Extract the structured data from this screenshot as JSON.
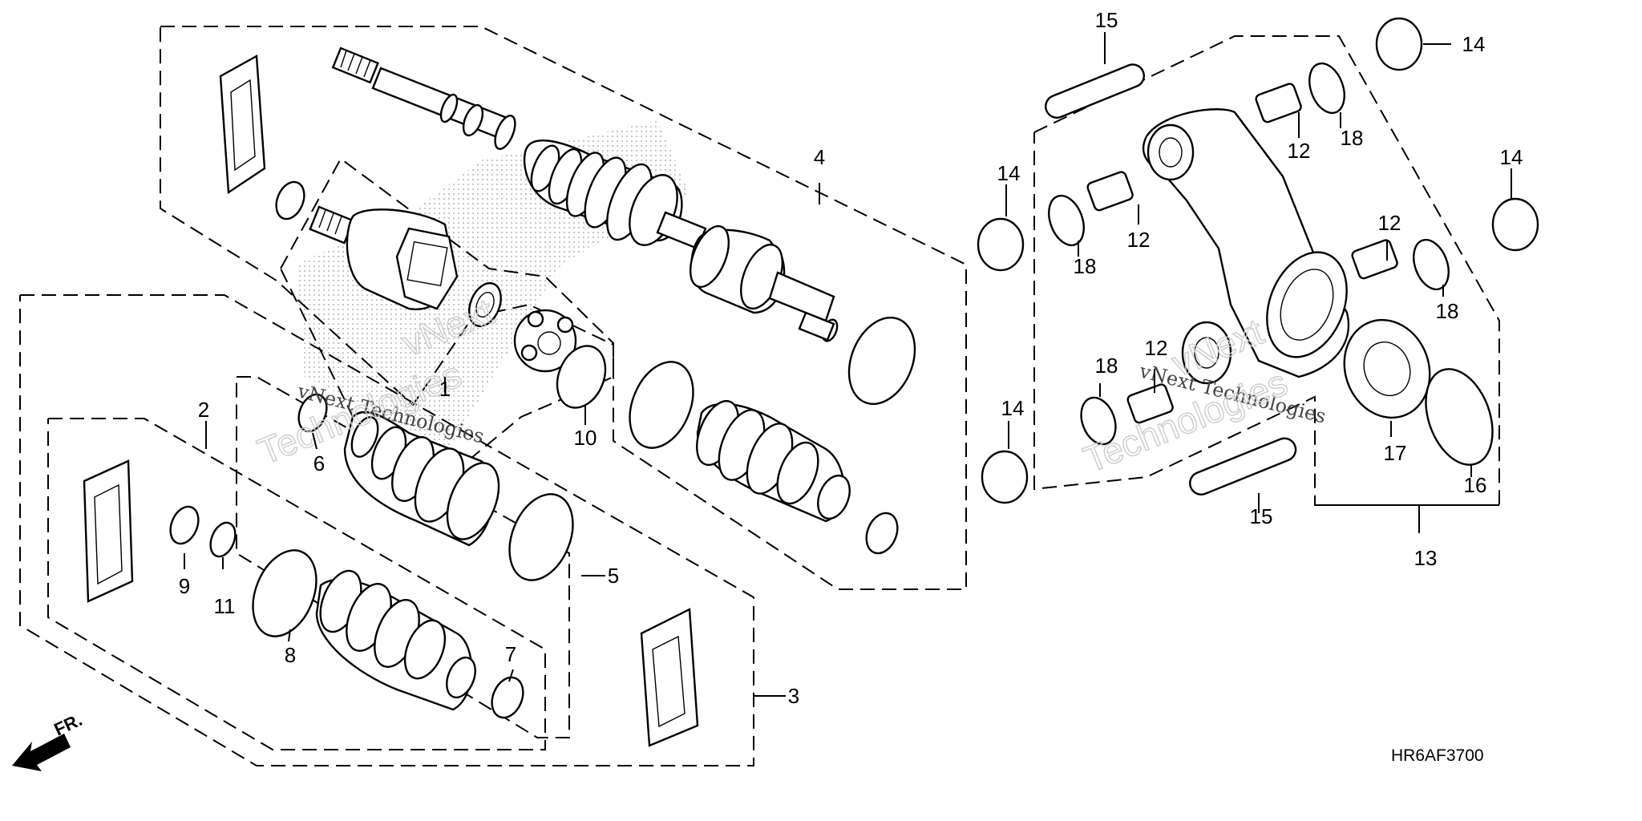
{
  "diagram_code": "HR6AF3700",
  "direction_label": "FR.",
  "watermarks": [
    "vNext Technologies",
    "Technologies",
    "vNext"
  ],
  "callouts": [
    {
      "id": "c1",
      "text": "1"
    },
    {
      "id": "c2",
      "text": "2"
    },
    {
      "id": "c3",
      "text": "3"
    },
    {
      "id": "c4",
      "text": "4"
    },
    {
      "id": "c5",
      "text": "5"
    },
    {
      "id": "c6",
      "text": "6"
    },
    {
      "id": "c7",
      "text": "7"
    },
    {
      "id": "c8",
      "text": "8"
    },
    {
      "id": "c9",
      "text": "9"
    },
    {
      "id": "c10",
      "text": "10"
    },
    {
      "id": "c11",
      "text": "11"
    },
    {
      "id": "c12a",
      "text": "12"
    },
    {
      "id": "c12b",
      "text": "12"
    },
    {
      "id": "c12c",
      "text": "12"
    },
    {
      "id": "c12d",
      "text": "12"
    },
    {
      "id": "c13",
      "text": "13"
    },
    {
      "id": "c14a",
      "text": "14"
    },
    {
      "id": "c14b",
      "text": "14"
    },
    {
      "id": "c14c",
      "text": "14"
    },
    {
      "id": "c14d",
      "text": "14"
    },
    {
      "id": "c15a",
      "text": "15"
    },
    {
      "id": "c15b",
      "text": "15"
    },
    {
      "id": "c16",
      "text": "16"
    },
    {
      "id": "c17",
      "text": "17"
    },
    {
      "id": "c18a",
      "text": "18"
    },
    {
      "id": "c18b",
      "text": "18"
    },
    {
      "id": "c18c",
      "text": "18"
    },
    {
      "id": "c18d",
      "text": "18"
    }
  ]
}
